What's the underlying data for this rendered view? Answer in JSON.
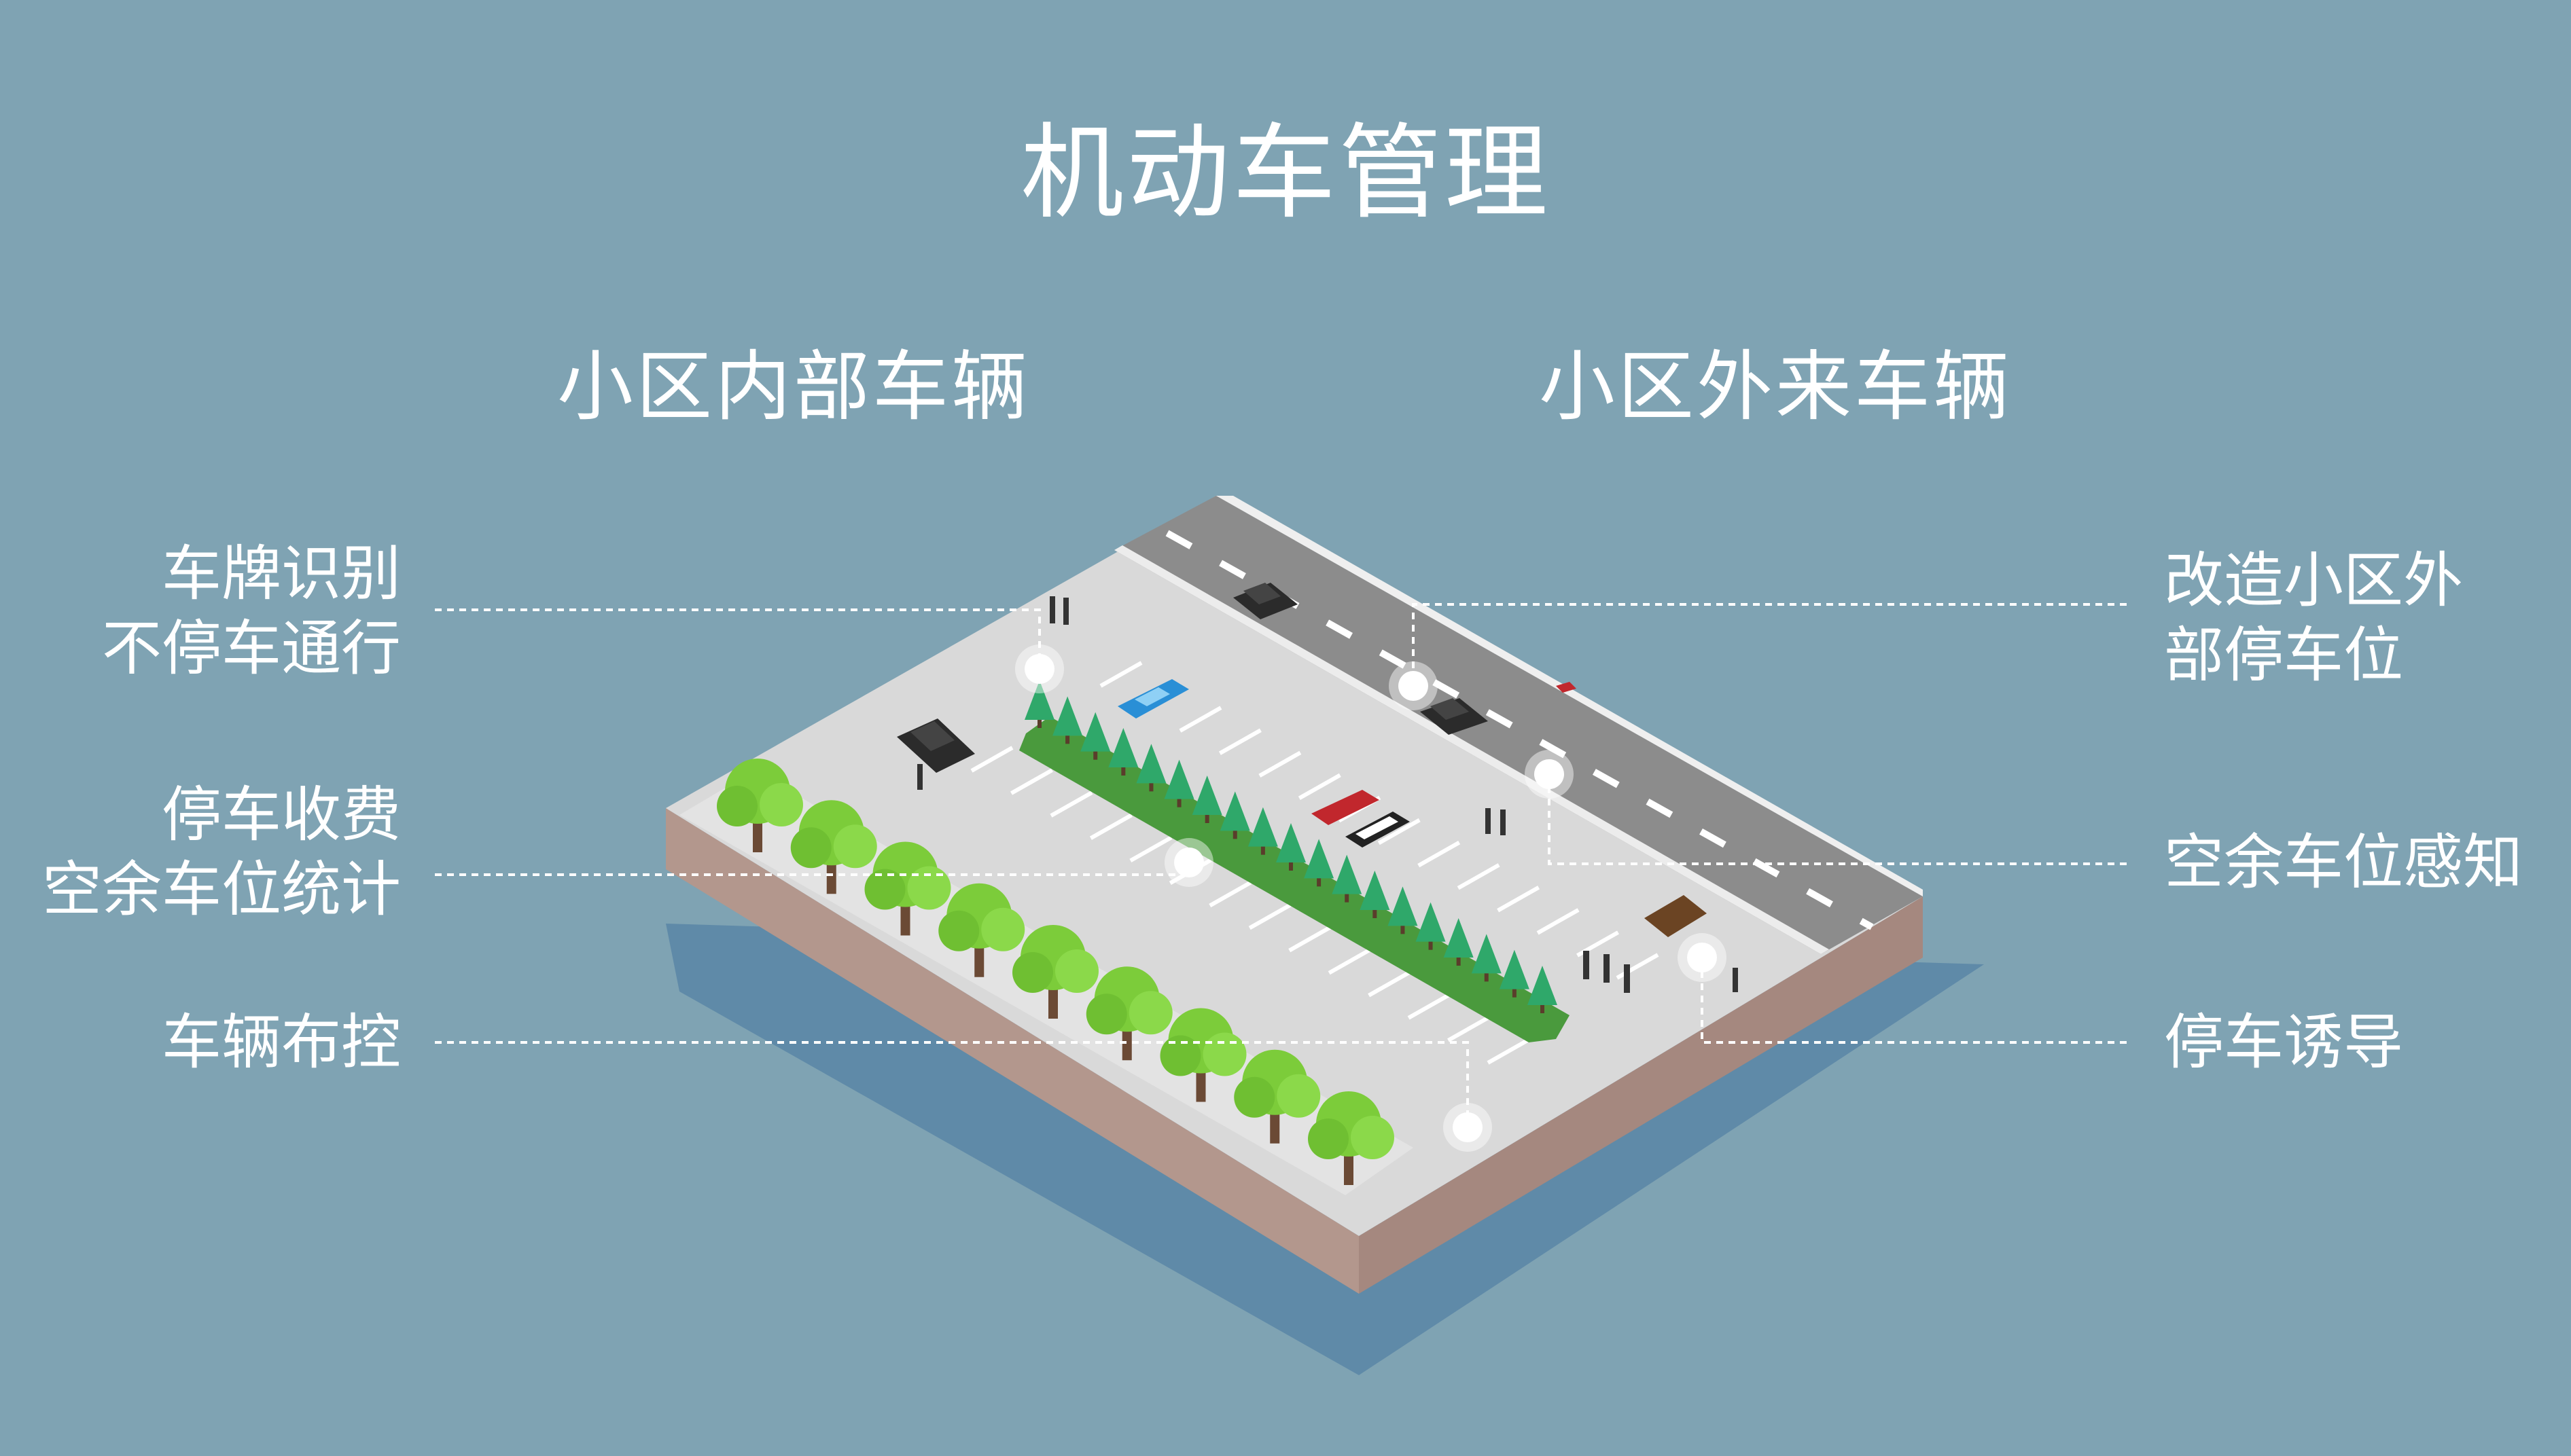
{
  "title": "机动车管理",
  "columns": {
    "left": "小区内部车辆",
    "right": "小区外来车辆"
  },
  "features_left": [
    {
      "line1": "车牌识别",
      "line2": "不停车通行"
    },
    {
      "line1": "停车收费",
      "line2": "空余车位统计"
    },
    {
      "line1": "车辆布控",
      "line2": ""
    }
  ],
  "features_right": [
    {
      "line1": "改造小区外",
      "line2": "部停车位"
    },
    {
      "line1": "空余车位感知",
      "line2": ""
    },
    {
      "line1": "停车诱导",
      "line2": ""
    }
  ],
  "colors": {
    "background": "#7fa3b3",
    "ground_top": "#d9d9d9",
    "ground_side": "#b3978d",
    "road": "#8c8c8c",
    "shadow": "#5f8aa8",
    "tree": "#7ccc3a",
    "pine": "#2fa86a"
  }
}
